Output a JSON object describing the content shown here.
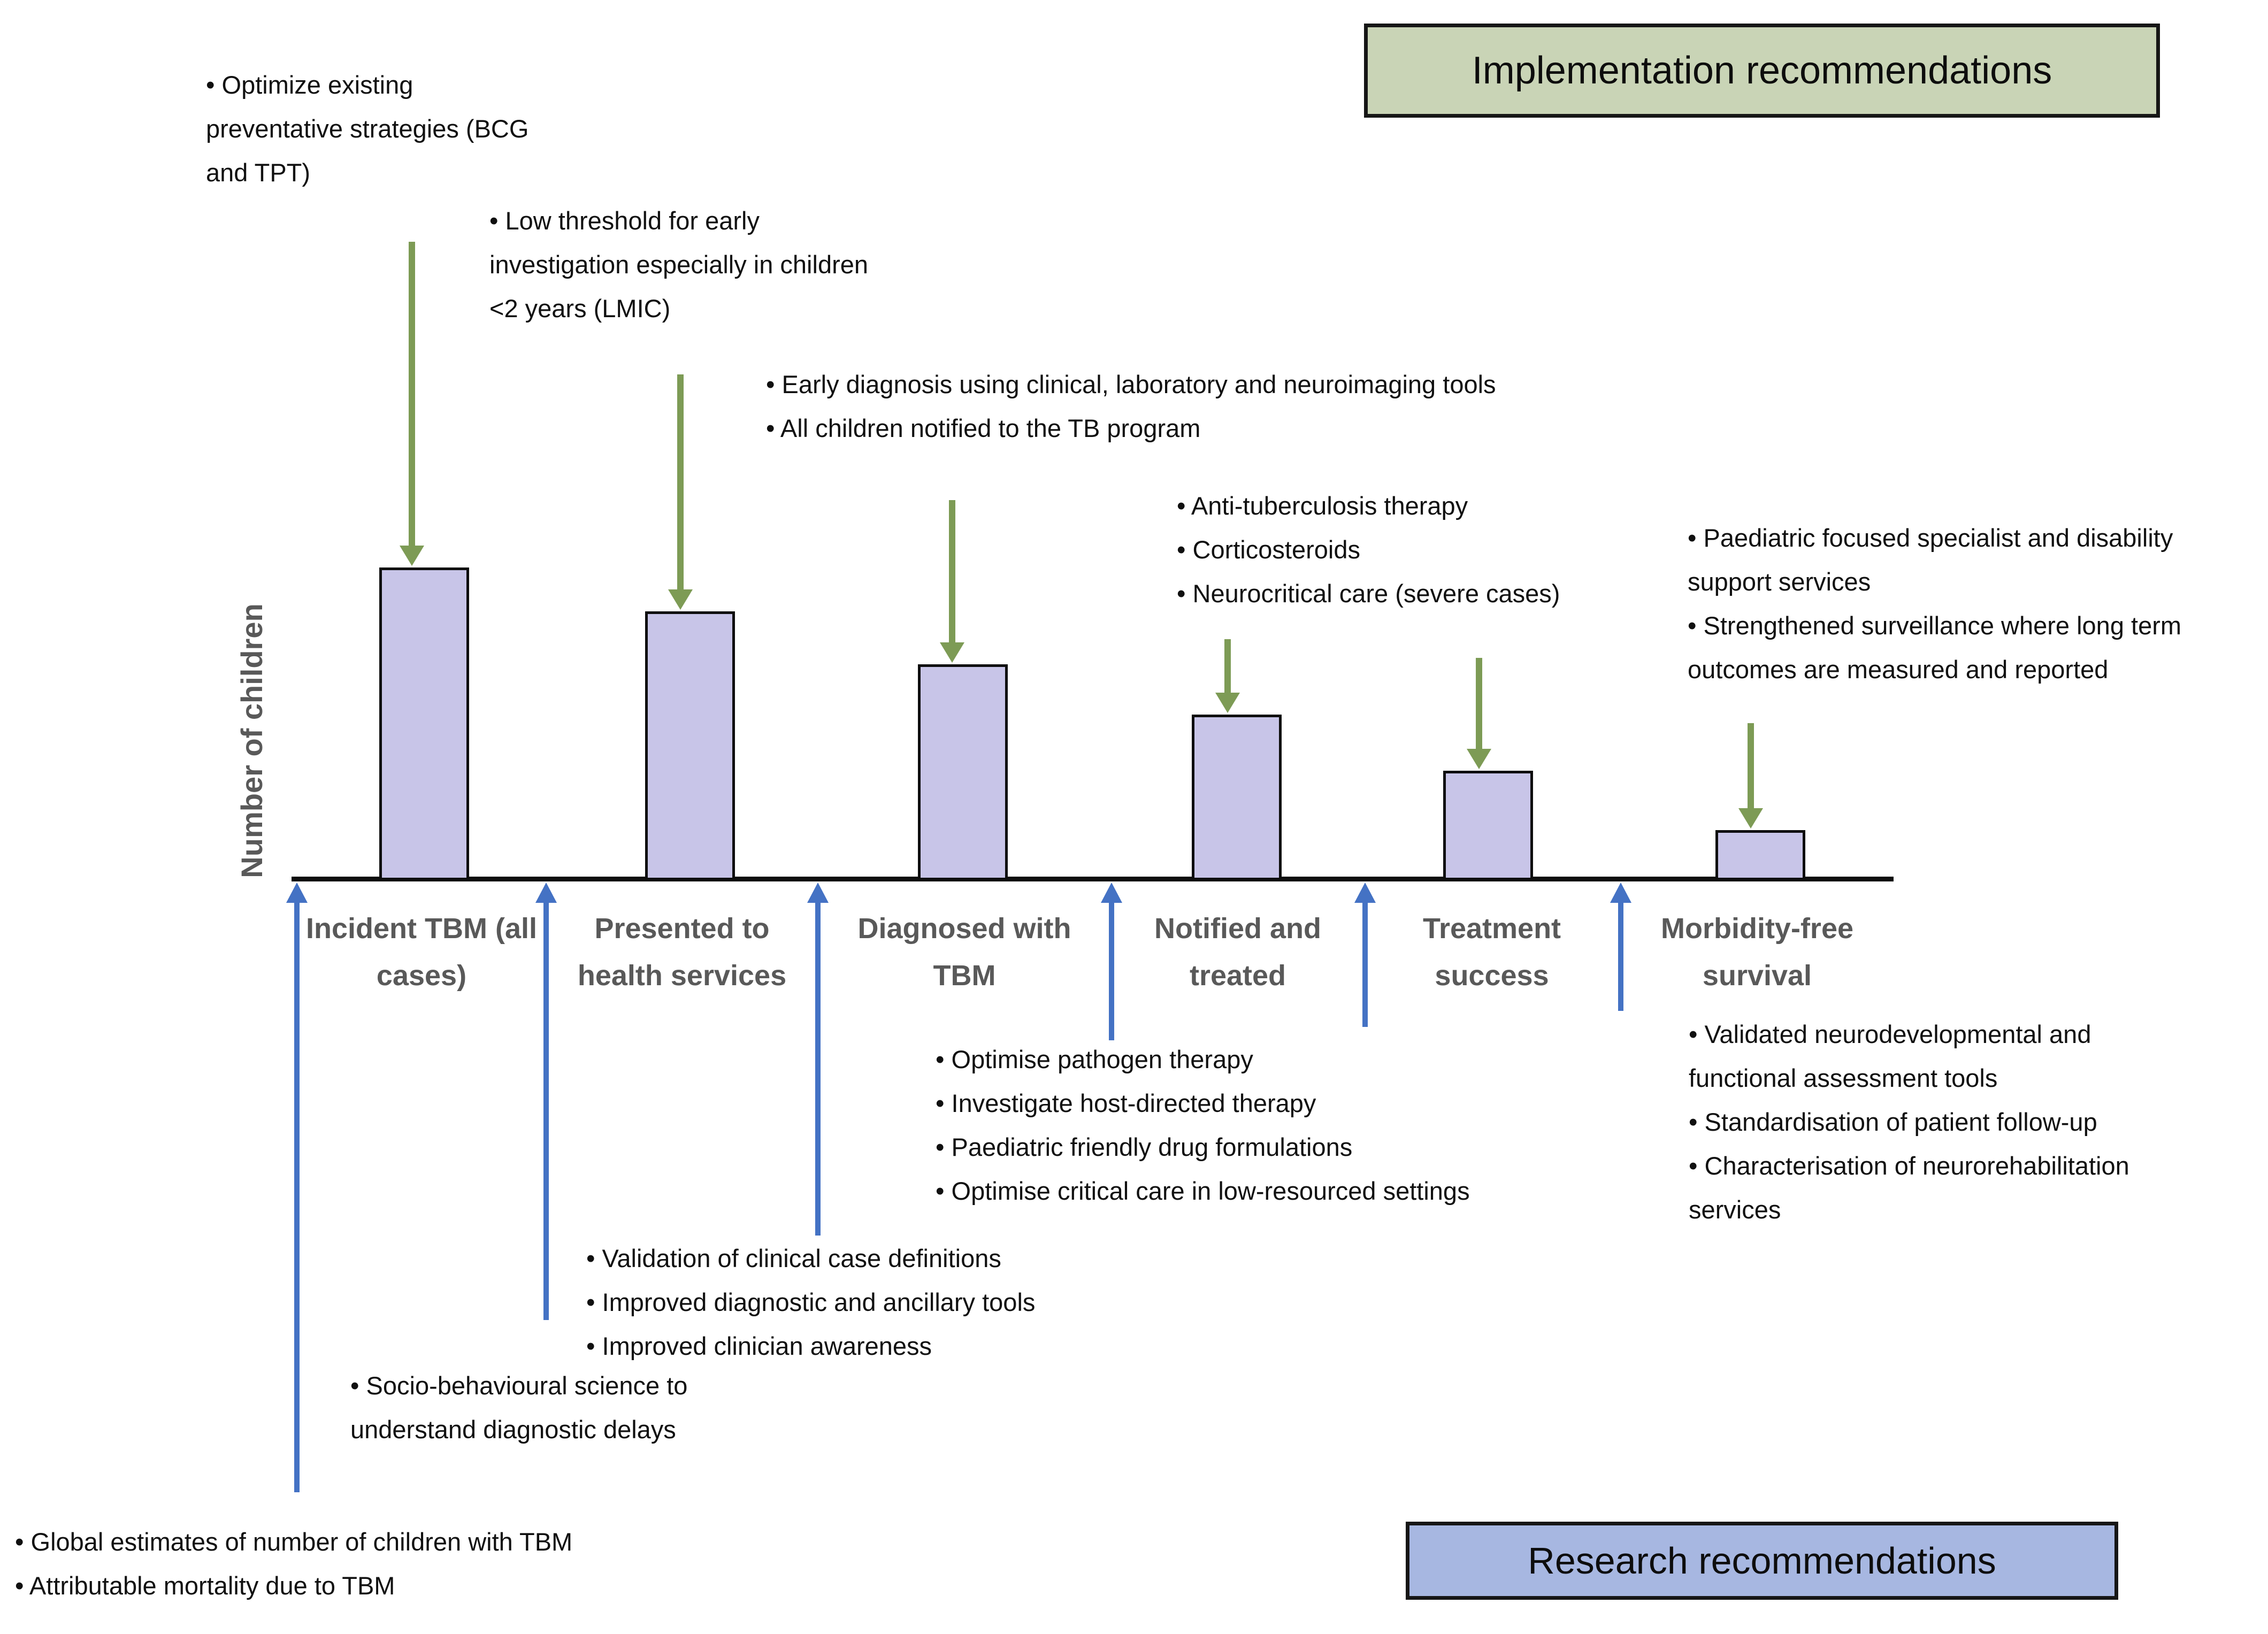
{
  "title_boxes": {
    "implementation": "Implementation recommendations",
    "research": "Research recommendations"
  },
  "chart_data": {
    "type": "bar",
    "title": "",
    "xlabel": "",
    "ylabel": "Number of children",
    "categories": [
      "Incident TBM (all cases)",
      "Presented to health services",
      "Diagnosed with TBM",
      "Notified and treated",
      "Treatment success",
      "Morbidity-free survival"
    ],
    "values_relative": [
      100,
      86,
      69,
      53,
      35,
      16
    ],
    "ylim": [
      0,
      100
    ],
    "grid": false,
    "y_ticks_shown": "none (conceptual cascade, unlabeled axis)",
    "bar_color": "#C8C5E8",
    "bar_border_color": "#0D0D0D"
  },
  "colors": {
    "implementation_arrow_green": "#7D9B55",
    "implementation_box_fill": "#C9D4B6",
    "research_arrow_blue": "#4472C4",
    "research_box_fill": "#A7B7E1",
    "axis_text_gray": "#595959",
    "axis_line_black": "#0D0D0D"
  },
  "implementation_notes": {
    "incident": {
      "target_stage": "Incident TBM (all cases)",
      "bullets": [
        "Optimize existing preventative strategies (BCG and TPT)"
      ]
    },
    "presented": {
      "target_stage": "Presented to health services",
      "bullets": [
        "Low threshold for early investigation especially in children <2 years (LMIC)"
      ]
    },
    "diagnosed": {
      "target_stage": "Diagnosed with TBM",
      "bullets": [
        "Early diagnosis using clinical, laboratory and neuroimaging tools",
        "All children notified to the TB program"
      ]
    },
    "treated": {
      "target_stage": "Notified and treated; Treatment success",
      "bullets": [
        "Anti-tuberculosis therapy",
        "Corticosteroids",
        "Neurocritical care (severe cases)"
      ]
    },
    "survival": {
      "target_stage": "Morbidity-free survival",
      "bullets": [
        "Paediatric focused specialist and disability support services",
        "Strengthened surveillance where long term outcomes are measured and reported"
      ]
    }
  },
  "research_notes": {
    "incident": {
      "target_stage": "Incident TBM (all cases)",
      "bullets": [
        "Global estimates of number of children with TBM",
        "Attributable mortality due to TBM"
      ]
    },
    "presented": {
      "target_stage": "Presented to health services",
      "bullets": [
        "Socio-behavioural science to understand diagnostic delays"
      ]
    },
    "diagnosed": {
      "target_stage": "Diagnosed with TBM",
      "bullets": [
        "Validation of clinical case definitions",
        "Improved diagnostic and ancillary tools",
        "Improved clinician awareness"
      ]
    },
    "treated": {
      "target_stage": "Notified and treated; Treatment success",
      "bullets": [
        "Optimise pathogen therapy",
        "Investigate host-directed therapy",
        "Paediatric friendly drug formulations",
        "Optimise critical care in low-resourced settings"
      ]
    },
    "survival": {
      "target_stage": "Morbidity-free survival",
      "bullets": [
        "Validated neurodevelopmental and functional assessment tools",
        "Standardisation of patient follow-up",
        "Characterisation of neurorehabilitation services"
      ]
    }
  }
}
